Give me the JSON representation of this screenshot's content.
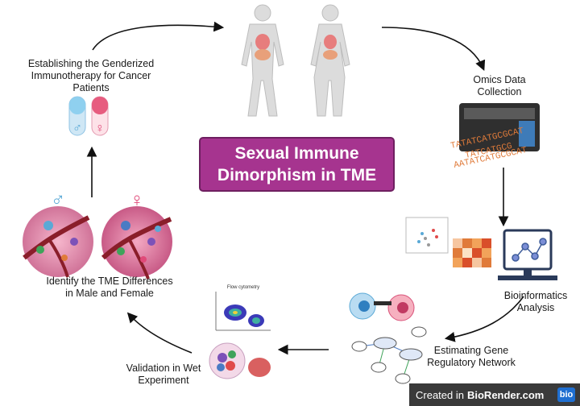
{
  "title": "Sexual Immune Dimorphism in TME",
  "steps": {
    "establishing": "Establishing the Genderized Immunotherapy for Cancer Patients",
    "omics": "Omics Data Collection",
    "bioinformatics": "Bioinformatics Analysis",
    "gene_network": "Estimating Gene Regulatory Network",
    "validation": "Validation in Wet Experiment",
    "tme": "Identify the TME Differences in Male and Female"
  },
  "dna_text": [
    "TATATCATGCGCAT",
    "TATCATGCG",
    "AATATCATGCGCAT"
  ],
  "flow_title": "Flow cytometry",
  "symbols": {
    "male": "♂",
    "female": "♀"
  },
  "footer": {
    "created_in": "Created in",
    "brand": "BioRender.com",
    "logo": "bio"
  },
  "colors": {
    "title_bg": "#a6348f",
    "male": "#5aa9d6",
    "female": "#e04a79",
    "arrow": "#111111"
  }
}
